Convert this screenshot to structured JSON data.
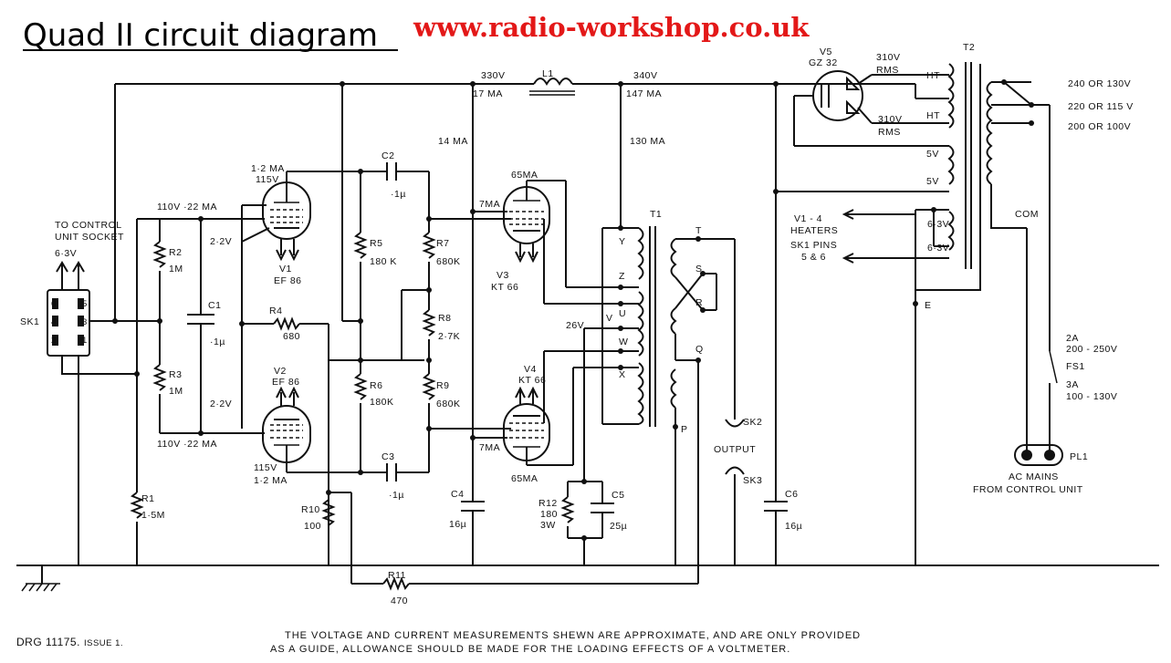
{
  "title": "Quad II circuit diagram",
  "website": "www.radio-workshop.co.uk",
  "labels": {
    "control_socket_1": "TO CONTROL",
    "control_socket_2": "UNIT SOCKET",
    "v63": "6·3V",
    "sk1": "SK1",
    "pin6": "6",
    "pin5": "5",
    "pin4": "4",
    "pin3": "3",
    "pin2": "2",
    "pin1": "1",
    "v1_ma": "1·2 MA",
    "v1_v": "115V",
    "v1": "V1",
    "v1_type": "EF 86",
    "v1_grid": "110V ·22 MA",
    "v1_cath": "2·2V",
    "v2": "V2",
    "v2_type": "EF 86",
    "v2_cath": "2·2V",
    "v2_grid": "110V ·22 MA",
    "v2_v": "115V",
    "v2_ma": "1·2 MA",
    "r2": "R2",
    "r2_val": "1M",
    "r3": "R3",
    "r3_val": "1M",
    "c1": "C1",
    "c1_val": "·1µ",
    "r4": "R4",
    "r4_val": "680",
    "c2": "C2",
    "c2_val": "·1µ",
    "c3": "C3",
    "c3_val": "·1µ",
    "r5": "R5",
    "r5_val": "180 K",
    "r6": "R6",
    "r6_val": "180K",
    "r7": "R7",
    "r7_val": "680K",
    "r8": "R8",
    "r8_val": "2·7K",
    "r9": "R9",
    "r9_val": "680K",
    "r1": "R1",
    "r1_val": "1·5M",
    "r10": "R10",
    "r10_val": "100",
    "r11": "R11",
    "r11_val": "470",
    "ht330": "330V",
    "ma17": "17 MA",
    "l1": "L1",
    "ht340": "340V",
    "ma147": "147 MA",
    "ma14": "14 MA",
    "ma130": "130 MA",
    "v3_ma65": "65MA",
    "v3_ma7": "7MA",
    "v3": "V3",
    "v3_type": "KT 66",
    "v4": "V4",
    "v4_type": "KT 66",
    "v4_ma7": "7MA",
    "v4_ma65": "65MA",
    "t1": "T1",
    "tap_y": "Y",
    "tap_z": "Z",
    "tap_u": "U",
    "tap_v": "V",
    "tap_w": "W",
    "tap_x": "X",
    "tap_t": "T",
    "tap_s": "S",
    "tap_r": "R",
    "tap_q": "Q",
    "tap_p": "P",
    "v26": "26V",
    "sk2": "SK2",
    "output": "OUTPUT",
    "sk3": "SK3",
    "c4": "C4",
    "c4_val": "16µ",
    "r12": "R12",
    "r12_val1": "180",
    "r12_val2": "3W",
    "c5": "C5",
    "c5_val": "25µ",
    "c6": "C6",
    "c6_val": "16µ",
    "v5": "V5",
    "v5_type": "GZ 32",
    "ht310a": "310V",
    "rms_a": "RMS",
    "ht310b": "310V",
    "rms_b": "RMS",
    "ht_a": "HT",
    "ht_b": "HT",
    "v5a": "5V",
    "v5b": "5V",
    "v63a": "6·3V",
    "v63b": "6·3V",
    "heaters_1": "V1 - 4",
    "heaters_2": "HEATERS",
    "heaters_3": "SK1 PINS",
    "heaters_4": "5 & 6",
    "e": "E",
    "t2": "T2",
    "mains_240": "240 OR 130V",
    "mains_220": "220 OR 115 V",
    "mains_200": "200 OR 100V",
    "com": "COM",
    "fuse_2a": "2A",
    "fuse_2a_v": "200 - 250V",
    "fs1": "FS1",
    "fuse_3a": "3A",
    "fuse_3a_v": "100 - 130V",
    "pl1": "PL1",
    "ac_mains_1": "AC MAINS",
    "ac_mains_2": "FROM CONTROL UNIT",
    "drg": "DRG 11175.",
    "issue": "ISSUE 1.",
    "note_1": "THE VOLTAGE AND CURRENT MEASUREMENTS SHEWN ARE APPROXIMATE, AND ARE ONLY PROVIDED",
    "note_2": "AS A GUIDE, ALLOWANCE SHOULD BE MADE FOR THE LOADING EFFECTS OF A VOLTMETER."
  }
}
